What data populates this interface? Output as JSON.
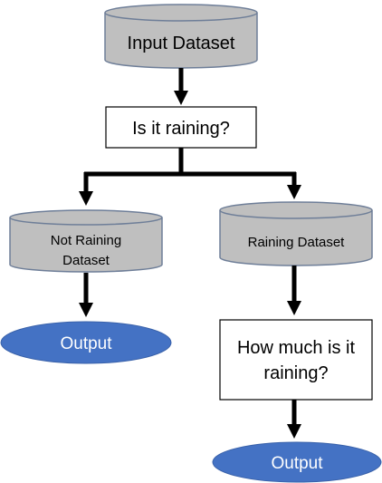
{
  "diagram": {
    "nodes": {
      "input_dataset": {
        "label": "Input Dataset"
      },
      "is_it_raining": {
        "label": "Is it raining?"
      },
      "not_raining_dataset": {
        "label_line1": "Not Raining",
        "label_line2": "Dataset"
      },
      "raining_dataset": {
        "label": "Raining Dataset"
      },
      "output_left": {
        "label": "Output"
      },
      "how_much_raining": {
        "label_line1": "How much is it",
        "label_line2": "raining?"
      },
      "output_right": {
        "label": "Output"
      }
    },
    "colors": {
      "cylinder_fill": "#bfbfbf",
      "cylinder_stroke": "#6e7e98",
      "output_fill": "#4472c4",
      "output_text": "#ffffff",
      "arrow": "#000000",
      "box_stroke": "#000000"
    }
  }
}
